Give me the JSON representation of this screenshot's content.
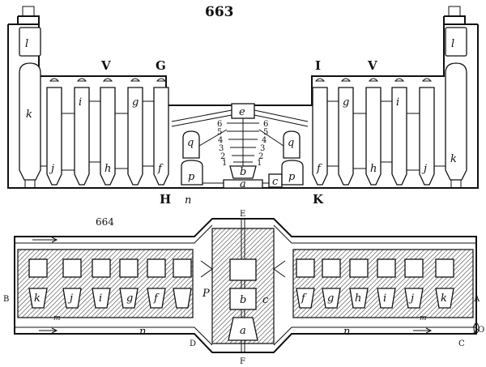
{
  "figure_numbers": {
    "top": "663",
    "bottom": "664"
  },
  "top_diagram": {
    "left_tower_labels": [
      "l",
      "k"
    ],
    "left_column_labels": [
      "j",
      "i",
      "h",
      "g",
      "f"
    ],
    "right_column_labels": [
      "f",
      "g",
      "h",
      "i",
      "j"
    ],
    "right_tower_labels": [
      "l",
      "k"
    ],
    "heading_letters": {
      "v_left": "V",
      "g": "G",
      "i": "I",
      "v_right": "V"
    },
    "bottom_letters": {
      "h": "H",
      "n": "n",
      "k": "K"
    },
    "center_labels": {
      "e": "e",
      "b": "b",
      "a": "a",
      "c": "c",
      "q_left": "q",
      "p_left": "p",
      "q_right": "q",
      "p_right": "p"
    },
    "stack_numbers_left": [
      "6",
      "5",
      "4",
      "3",
      "2",
      "1"
    ],
    "stack_numbers_right": [
      "6",
      "5",
      "4",
      "3",
      "2",
      "1"
    ]
  },
  "bottom_plan": {
    "edge_letters": {
      "e": "E",
      "f": "F",
      "b": "B",
      "a": "A",
      "d": "D",
      "c": "C",
      "o": "O"
    },
    "center_labels": {
      "p": "P",
      "b": "b",
      "c": "c",
      "a": "a"
    },
    "left_unit_labels": [
      "k",
      "j",
      "i",
      "g",
      "f"
    ],
    "right_unit_labels": [
      "f",
      "g",
      "h",
      "i",
      "j",
      "k"
    ],
    "flue_labels": {
      "n_left": "n",
      "n_right": "n",
      "m_left": "m",
      "m_right": "m"
    }
  }
}
